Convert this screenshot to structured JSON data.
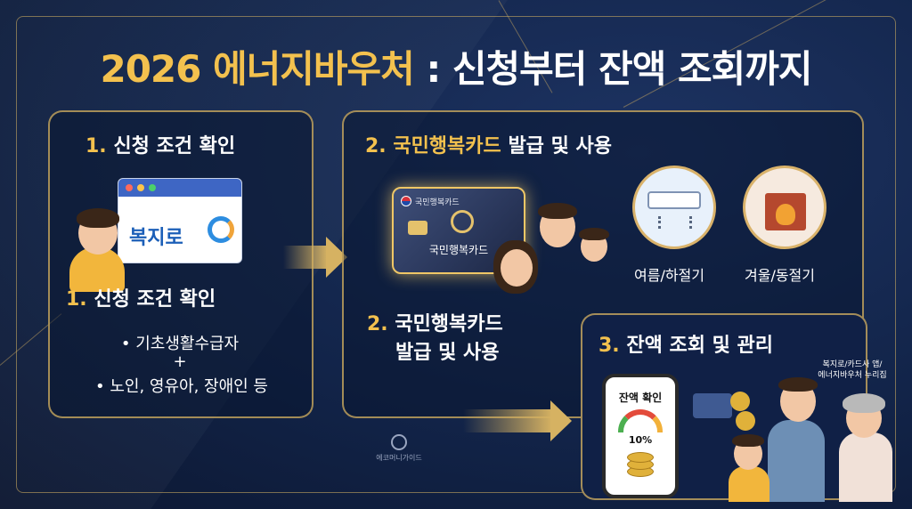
{
  "title": {
    "year": "2026 에너지바우처",
    "colon": " : ",
    "rest": "신청부터 잔액 조회까지"
  },
  "step1": {
    "num": "1.",
    "heading": " 신청 조건 확인",
    "site_logo": "복지로",
    "sub_num": "1.",
    "sub_heading": " 신청 조건 확인",
    "item_1": "• 기초생활수급자",
    "plus": "+",
    "item_2": "• 노인, 영유아, 장애인 등"
  },
  "step2": {
    "num": "2.",
    "heading_gold": " 국민행복카드",
    "heading_rest": " 발급 및 사용",
    "card_brand": "국민행복카드",
    "card_name": "국민행복카드",
    "summer_label": "여름/하절기",
    "winter_label": "겨울/동절기",
    "sub_num": "2.",
    "sub_line1": " 국민행복카드",
    "sub_line2": "발급 및 사용"
  },
  "step3": {
    "num": "3.",
    "heading": " 잔액 조회 및 관리",
    "phone_title": "잔액 확인",
    "balance_percent": "10%",
    "channels_line1": "복지로/카드사 앱/",
    "channels_line2": "에너지바우처 누리집"
  },
  "footer": {
    "brand": "에코머니가이드"
  },
  "colors": {
    "gold": "#f3c14e",
    "navy": "#122449",
    "accent_blue": "#3e66c4"
  }
}
